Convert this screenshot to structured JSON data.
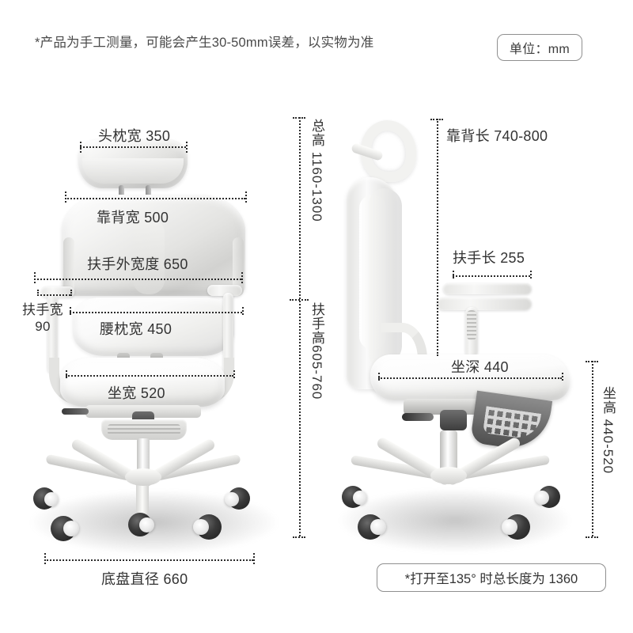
{
  "header": {
    "disclaimer": "*产品为手工测量，可能会产生30-50mm误差，以实物为准",
    "unit_badge": "单位：mm"
  },
  "footer": {
    "open_note": "*打开至135° 时总长度为 1360"
  },
  "colors": {
    "background": "#ffffff",
    "text": "#333333",
    "dashed_line": "#2b2b2b",
    "badge_border": "#8f8f8f"
  },
  "front_view": {
    "name": "front-view-chair",
    "measurements": [
      {
        "id": "headrest-width",
        "label": "头枕宽 350",
        "value": 350,
        "unit": "mm"
      },
      {
        "id": "backrest-width",
        "label": "靠背宽 500",
        "value": 500,
        "unit": "mm"
      },
      {
        "id": "armrest-outer-width",
        "label": "扶手外宽度 650",
        "value": 650,
        "unit": "mm"
      },
      {
        "id": "armrest-width",
        "label": "扶手宽",
        "value2": "90",
        "unit": "mm"
      },
      {
        "id": "lumbar-width",
        "label": "腰枕宽 450",
        "value": 450,
        "unit": "mm"
      },
      {
        "id": "seat-width",
        "label": "坐宽 520",
        "value": 520,
        "unit": "mm"
      },
      {
        "id": "base-diameter",
        "label": "底盘直径 660",
        "value": 660,
        "unit": "mm"
      }
    ]
  },
  "center_scale": {
    "total_height": "总高 1160-1300",
    "armrest_height": "扶手高605-760"
  },
  "side_view": {
    "name": "side-view-chair",
    "measurements": [
      {
        "id": "backrest-length",
        "label": "靠背长 740-800",
        "value": "740-800",
        "unit": "mm"
      },
      {
        "id": "armrest-length",
        "label": "扶手长 255",
        "value": 255,
        "unit": "mm"
      },
      {
        "id": "seat-depth",
        "label": "坐深 440",
        "value": 440,
        "unit": "mm"
      },
      {
        "id": "seat-height",
        "label": "坐高 440-520",
        "value": "440-520",
        "unit": "mm"
      }
    ]
  }
}
